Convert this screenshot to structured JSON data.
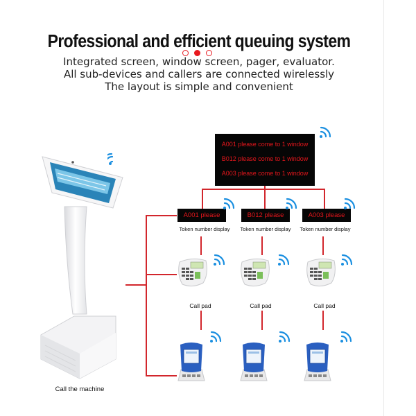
{
  "header": {
    "title": "Professional and efficient queuing system",
    "lines": [
      "Integrated screen, window screen, pager, evaluator.",
      "All sub-devices and callers are connected wirelessly",
      "The layout is simple and convenient"
    ]
  },
  "main_display": {
    "rows": [
      "A001 please come to 1 window",
      "B012 please come to 1 window",
      "A003 please come to 1 window"
    ]
  },
  "window_displays": [
    {
      "text": "A001 please",
      "caption": "Token number display"
    },
    {
      "text": "B012 please",
      "caption": "Token number display"
    },
    {
      "text": "A003 please",
      "caption": "Token number display"
    }
  ],
  "call_pads": [
    {
      "caption": "Call pad"
    },
    {
      "caption": "Call pad"
    },
    {
      "caption": "Call pad"
    }
  ],
  "kiosk": {
    "caption": "Call the machine"
  },
  "colors": {
    "connector": "#d2262c",
    "led_text": "#e5161c",
    "led_bg": "#060606",
    "accent_red": "#e8191f",
    "wifi_blue": "#1a8fe0",
    "evaluator_blue": "#2a5fc0"
  },
  "icons": {
    "wireless": "wifi-icon",
    "keypad": "call-pad-icon",
    "evaluator": "evaluator-icon",
    "kiosk": "kiosk-icon"
  }
}
